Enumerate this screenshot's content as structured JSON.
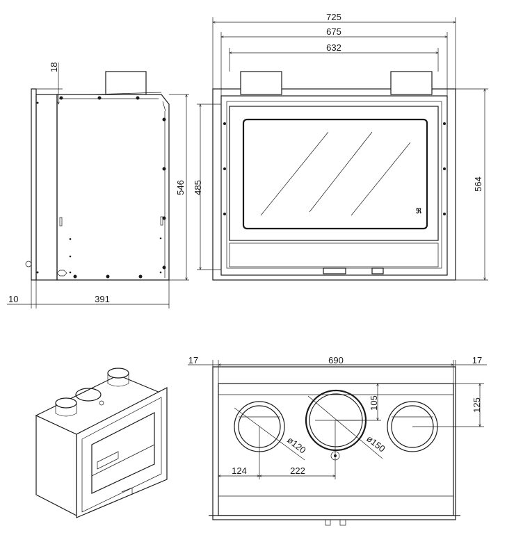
{
  "drawing": {
    "side_view": {
      "height_total": "546",
      "top_offset": "18",
      "front_offset": "10",
      "depth": "391",
      "door_height": "485"
    },
    "front_view": {
      "width_total": "725",
      "width_frame": "675",
      "width_body": "632",
      "height_total": "564"
    },
    "top_view": {
      "margin_left": "17",
      "width": "690",
      "margin_right": "17",
      "center_offset": "105",
      "side_offset": "125",
      "dia_small": "ø120",
      "dia_large": "ø150",
      "x_first": "124",
      "x_spacing": "222"
    },
    "line_color": "#1a1a1a"
  }
}
